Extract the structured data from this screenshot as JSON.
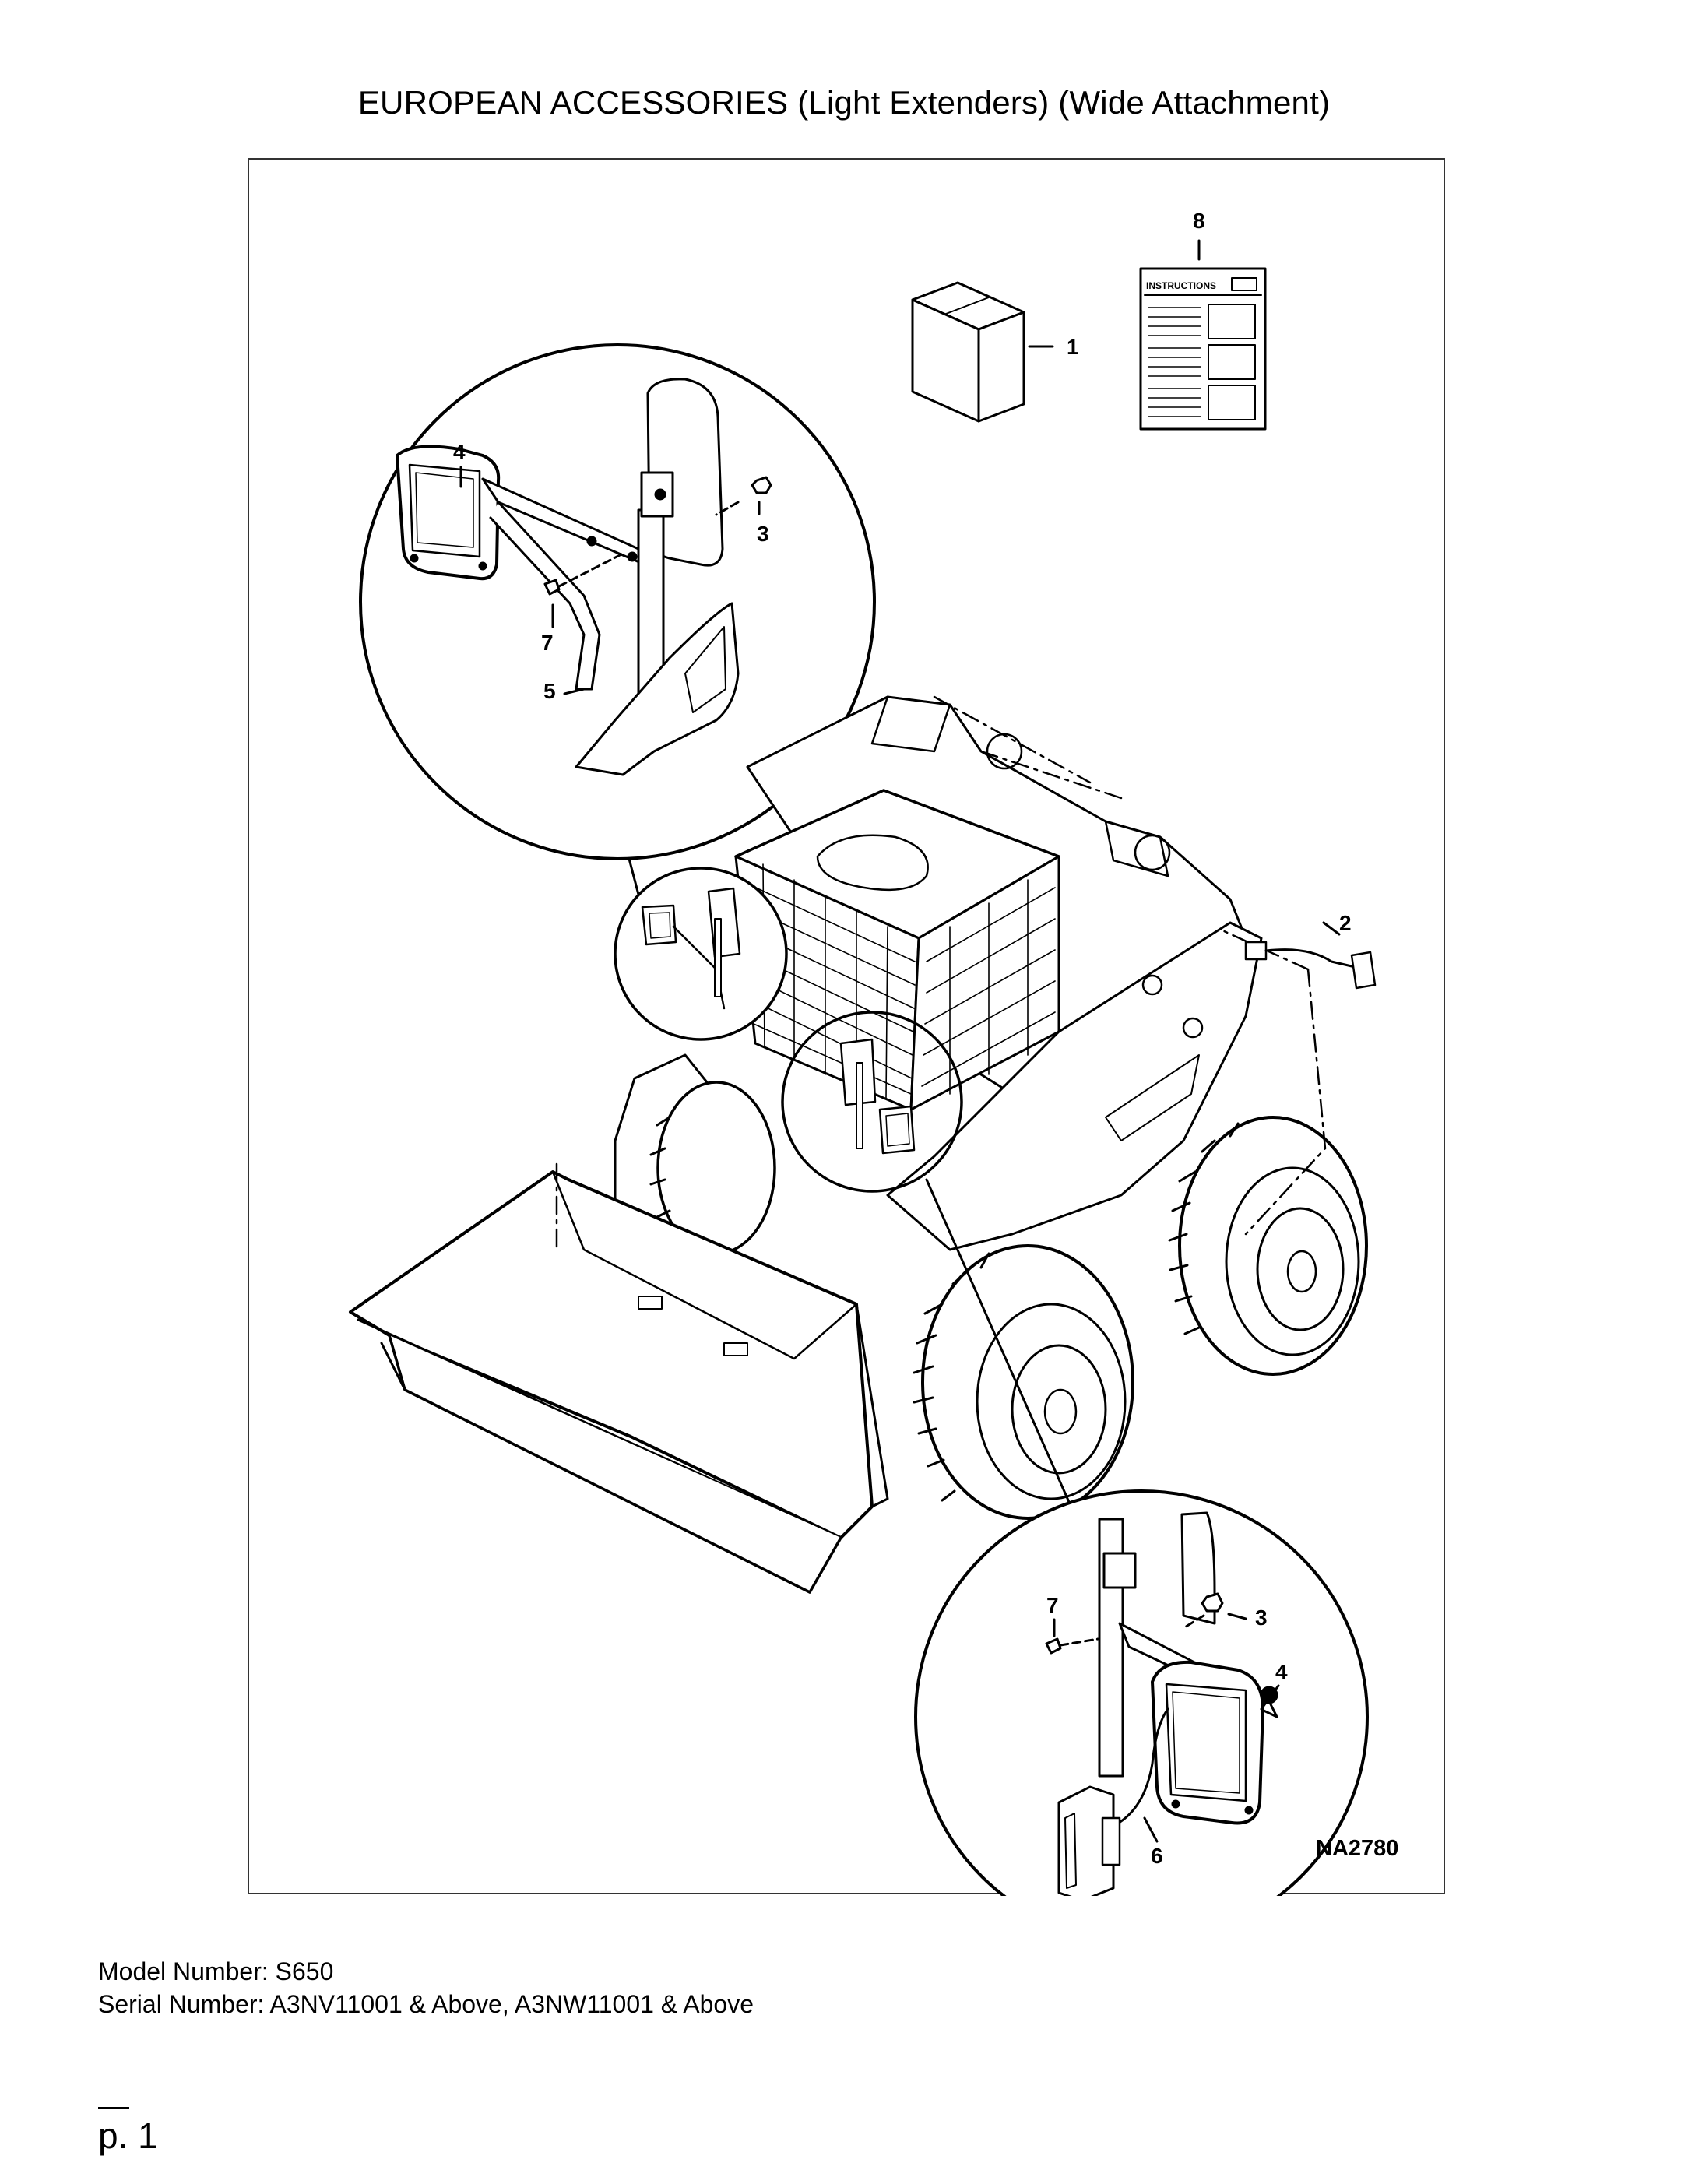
{
  "title": "EUROPEAN ACCESSORIES (Light Extenders) (Wide Attachment)",
  "diagram": {
    "callouts": {
      "c1": "1",
      "c2": "2",
      "c3_top": "3",
      "c3_bottom": "3",
      "c4_top": "4",
      "c4_bottom": "4",
      "c5": "5",
      "c6": "6",
      "c7_top": "7",
      "c7_bottom": "7",
      "c8": "8"
    },
    "instruction_sheet_label": "INSTRUCTIONS",
    "drawing_number": "NA2780"
  },
  "footer": {
    "model_number": "Model Number: S650",
    "serial_number": "Serial Number: A3NV11001 & Above, A3NW11001 & Above"
  },
  "page": "p. 1"
}
